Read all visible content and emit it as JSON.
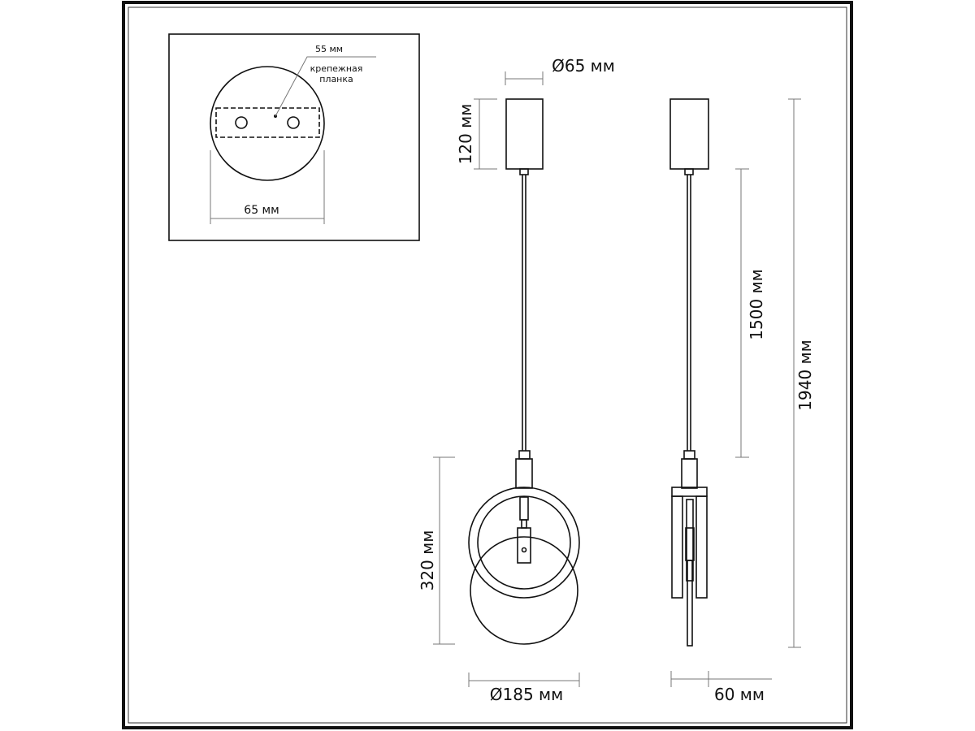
{
  "inset": {
    "bracket_size": "55 мм",
    "bracket_label_line1": "крепежная",
    "bracket_label_line2": "планка",
    "canopy_width": "65 мм"
  },
  "front_view": {
    "canopy_diameter": "Ø65 мм",
    "canopy_height": "120 мм",
    "shade_height": "320 мм",
    "shade_diameter": "Ø185 мм"
  },
  "side_view": {
    "cable_length": "1500 мм",
    "total_height": "1940 мм",
    "shade_depth": "60 мм"
  }
}
